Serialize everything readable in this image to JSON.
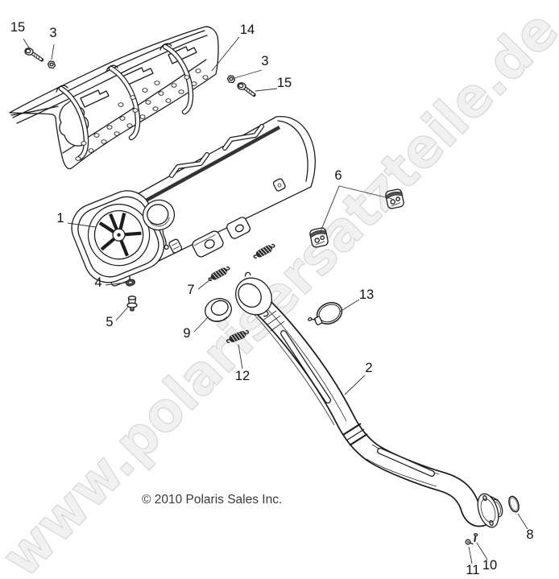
{
  "diagram": {
    "type": "exploded-parts-diagram",
    "subject": "exhaust system",
    "background": "#ffffff",
    "line_color": "#1c1c1c"
  },
  "watermark": {
    "text": "www.polarisersatzteile.de",
    "fill": "#f1f1f1",
    "stroke": "#d8d8d8"
  },
  "footer": {
    "copyright": "© 2010 Polaris Sales Inc."
  },
  "callouts": [
    {
      "label": "15"
    },
    {
      "label": "3"
    },
    {
      "label": "14"
    },
    {
      "label": "3"
    },
    {
      "label": "15"
    },
    {
      "label": "6"
    },
    {
      "label": "1"
    },
    {
      "label": "4"
    },
    {
      "label": "7"
    },
    {
      "label": "13"
    },
    {
      "label": "5"
    },
    {
      "label": "9"
    },
    {
      "label": "12"
    },
    {
      "label": "2"
    },
    {
      "label": "8"
    },
    {
      "label": "10"
    },
    {
      "label": "11"
    }
  ]
}
